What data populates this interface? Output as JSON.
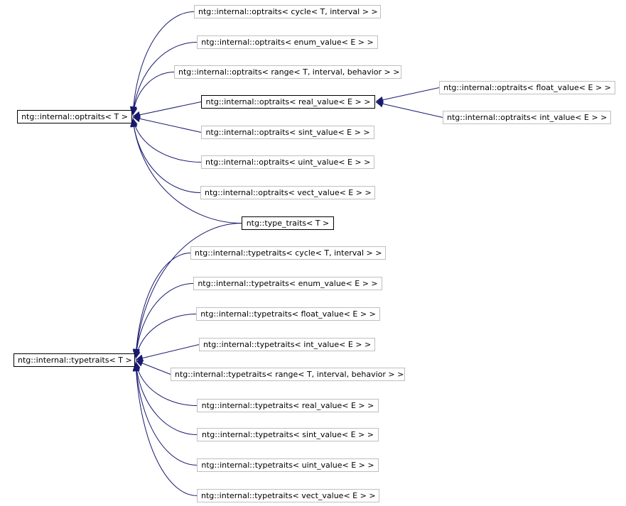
{
  "colors": {
    "edge": "#191970",
    "node_border": "#bfbfbf",
    "node_border_main": "#000000",
    "text": "#000000",
    "background": "#ffffff"
  },
  "nodes": [
    {
      "id": "optraits_T",
      "label": "ntg::internal::optraits< T >",
      "style": "main"
    },
    {
      "id": "op_cycle",
      "label": "ntg::internal::optraits< cycle< T, interval > >",
      "style": "plain"
    },
    {
      "id": "op_enum",
      "label": "ntg::internal::optraits< enum_value< E > >",
      "style": "plain"
    },
    {
      "id": "op_range",
      "label": "ntg::internal::optraits< range< T, interval, behavior > >",
      "style": "plain"
    },
    {
      "id": "op_real",
      "label": "ntg::internal::optraits< real_value< E > >",
      "style": "main"
    },
    {
      "id": "op_float",
      "label": "ntg::internal::optraits< float_value< E > >",
      "style": "plain"
    },
    {
      "id": "op_int",
      "label": "ntg::internal::optraits< int_value< E > >",
      "style": "plain"
    },
    {
      "id": "op_sint",
      "label": "ntg::internal::optraits< sint_value< E > >",
      "style": "plain"
    },
    {
      "id": "op_uint",
      "label": "ntg::internal::optraits< uint_value< E > >",
      "style": "plain"
    },
    {
      "id": "op_vect",
      "label": "ntg::internal::optraits< vect_value< E > >",
      "style": "plain"
    },
    {
      "id": "type_traits",
      "label": "ntg::type_traits< T >",
      "style": "main"
    },
    {
      "id": "typetraits_T",
      "label": "ntg::internal::typetraits< T >",
      "style": "main"
    },
    {
      "id": "tt_cycle",
      "label": "ntg::internal::typetraits< cycle< T, interval > >",
      "style": "plain"
    },
    {
      "id": "tt_enum",
      "label": "ntg::internal::typetraits< enum_value< E > >",
      "style": "plain"
    },
    {
      "id": "tt_float",
      "label": "ntg::internal::typetraits< float_value< E > >",
      "style": "plain"
    },
    {
      "id": "tt_int",
      "label": "ntg::internal::typetraits< int_value< E > >",
      "style": "plain"
    },
    {
      "id": "tt_range",
      "label": "ntg::internal::typetraits< range< T, interval, behavior > >",
      "style": "plain"
    },
    {
      "id": "tt_real",
      "label": "ntg::internal::typetraits< real_value< E > >",
      "style": "plain"
    },
    {
      "id": "tt_sint",
      "label": "ntg::internal::typetraits< sint_value< E > >",
      "style": "plain"
    },
    {
      "id": "tt_uint",
      "label": "ntg::internal::typetraits< uint_value< E > >",
      "style": "plain"
    },
    {
      "id": "tt_vect",
      "label": "ntg::internal::typetraits< vect_value< E > >",
      "style": "plain"
    }
  ],
  "edges": [
    {
      "from": "op_cycle",
      "to": "optraits_T"
    },
    {
      "from": "op_enum",
      "to": "optraits_T"
    },
    {
      "from": "op_range",
      "to": "optraits_T"
    },
    {
      "from": "op_real",
      "to": "optraits_T"
    },
    {
      "from": "op_sint",
      "to": "optraits_T"
    },
    {
      "from": "op_uint",
      "to": "optraits_T"
    },
    {
      "from": "op_vect",
      "to": "optraits_T"
    },
    {
      "from": "type_traits",
      "to": "optraits_T"
    },
    {
      "from": "op_float",
      "to": "op_real"
    },
    {
      "from": "op_int",
      "to": "op_real"
    },
    {
      "from": "type_traits",
      "to": "typetraits_T"
    },
    {
      "from": "tt_cycle",
      "to": "typetraits_T"
    },
    {
      "from": "tt_enum",
      "to": "typetraits_T"
    },
    {
      "from": "tt_float",
      "to": "typetraits_T"
    },
    {
      "from": "tt_int",
      "to": "typetraits_T"
    },
    {
      "from": "tt_range",
      "to": "typetraits_T"
    },
    {
      "from": "tt_real",
      "to": "typetraits_T"
    },
    {
      "from": "tt_sint",
      "to": "typetraits_T"
    },
    {
      "from": "tt_uint",
      "to": "typetraits_T"
    },
    {
      "from": "tt_vect",
      "to": "typetraits_T"
    }
  ]
}
